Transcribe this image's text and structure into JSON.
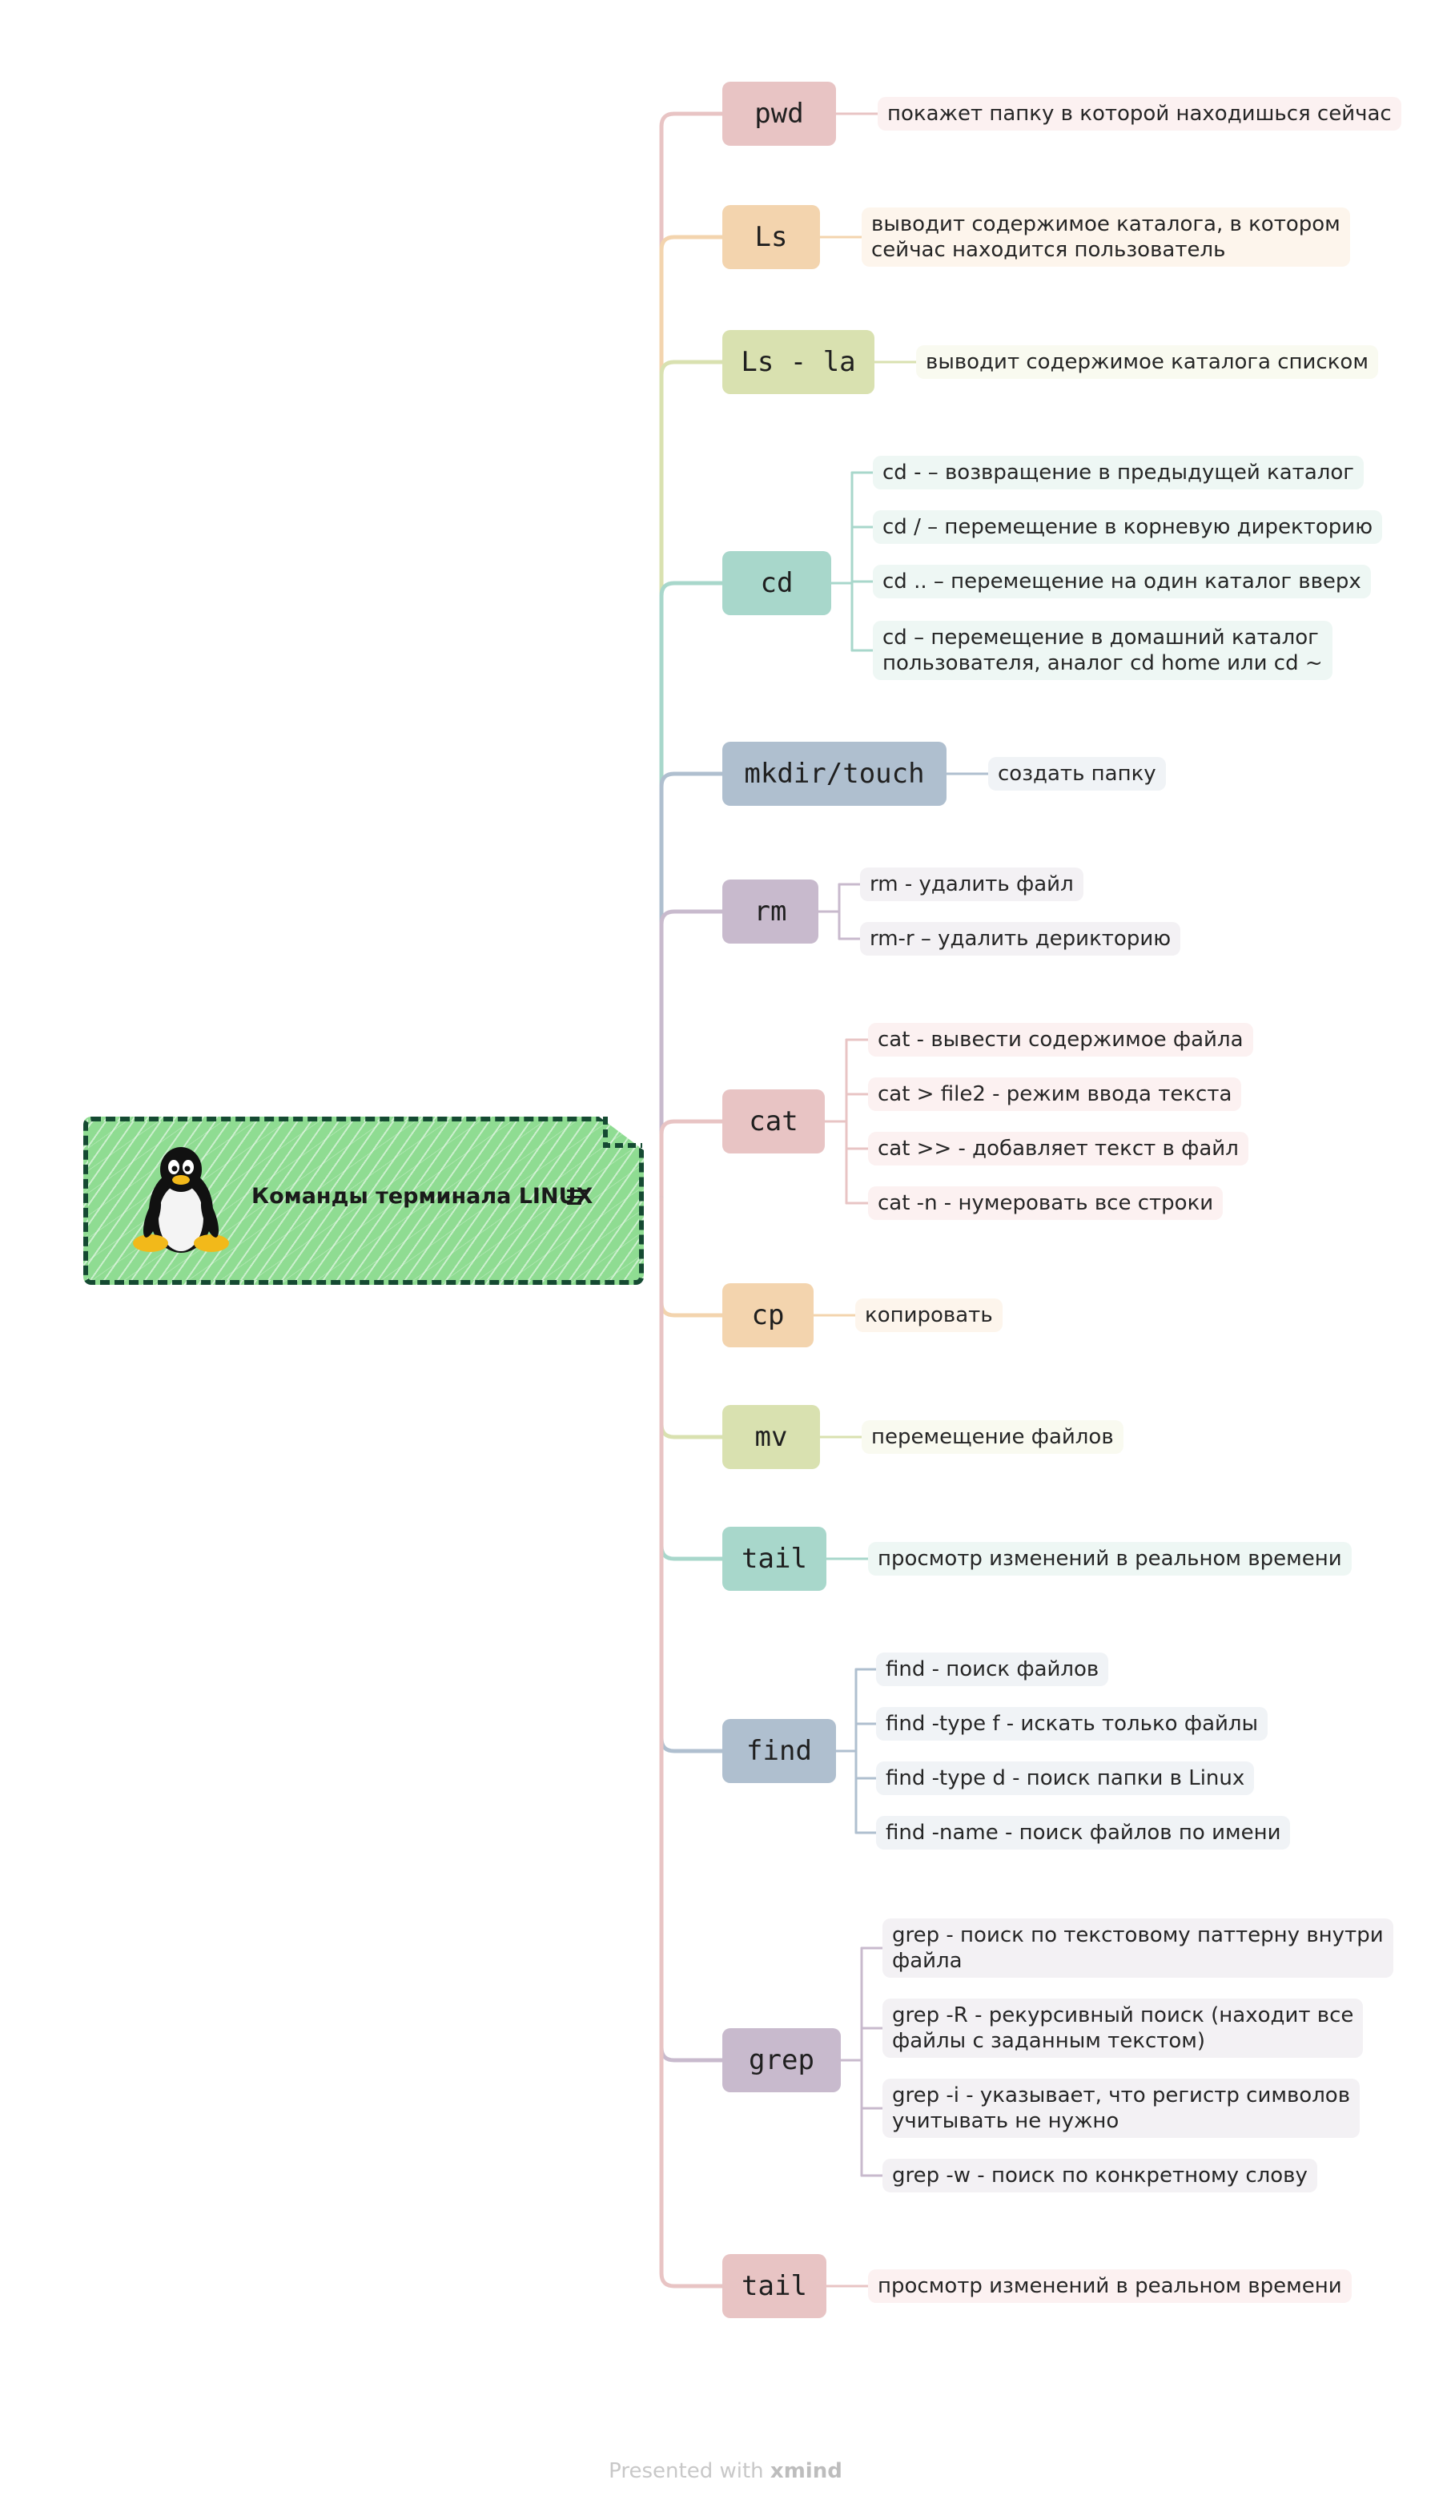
{
  "central": {
    "title": "Команды терминала LINUX"
  },
  "footer": {
    "prefix": "Presented with",
    "brand": "xmind"
  },
  "colors": {
    "pink": "#e8c4c4",
    "peach": "#f3d4ae",
    "olive": "#d9e1b0",
    "teal": "#a8d7cb",
    "blue": "#afbfcf",
    "lavender": "#c8bacd",
    "central_fill": "#8fdc92",
    "central_border": "#154a32"
  },
  "branches": [
    {
      "label": "pwd",
      "color": "pink",
      "children": [
        "покажет папку в которой находишься сейчас"
      ]
    },
    {
      "label": "Ls",
      "color": "peach",
      "children": [
        "выводит содержимое каталога, в котором\nсейчас находится пользователь"
      ]
    },
    {
      "label": "Ls - la",
      "color": "olive",
      "children": [
        "выводит содержимое каталога списком"
      ]
    },
    {
      "label": "cd",
      "color": "teal",
      "children": [
        "cd - – возвращение в предыдущей каталог",
        "cd / – перемещение в корневую директорию",
        "cd .. – перемещение на один каталог вверх",
        "cd – перемещение в домашний каталог\nпользователя, аналог cd home или cd ~"
      ]
    },
    {
      "label": "mkdir/touch",
      "color": "blue",
      "children": [
        "создать папку"
      ]
    },
    {
      "label": "rm",
      "color": "lavender",
      "children": [
        "rm - удалить файл",
        "rm-r – удалить дерикторию"
      ]
    },
    {
      "label": "cat",
      "color": "pink",
      "children": [
        "cat - вывести содержимое файла",
        "cat > file2 - режим ввода текста",
        "cat >> - добавляет текст в файл",
        "cat -n - нумеровать все строки"
      ]
    },
    {
      "label": "cp",
      "color": "peach",
      "children": [
        "копировать"
      ]
    },
    {
      "label": "mv",
      "color": "olive",
      "children": [
        "перемещение файлов"
      ]
    },
    {
      "label": "tail",
      "color": "teal",
      "children": [
        "просмотр изменений в реальном времени"
      ]
    },
    {
      "label": "find",
      "color": "blue",
      "children": [
        "find - поиск файлов",
        "find -type f - искать только файлы",
        "find -type d - поиск папки в Linux",
        "find -name - поиск файлов по имени"
      ]
    },
    {
      "label": "grep",
      "color": "lavender",
      "children": [
        "grep - поиск по текстовому паттерну внутри\nфайла",
        "grep -R - рекурсивный поиск (находит все\nфайлы с заданным текстом)",
        "grep -i - указывает, что регистр символов\nучитывать не нужно",
        "grep -w - поиск по конкретному слову"
      ]
    },
    {
      "label": "tail",
      "color": "pink",
      "children": [
        "просмотр изменений в реальном времени"
      ]
    }
  ]
}
